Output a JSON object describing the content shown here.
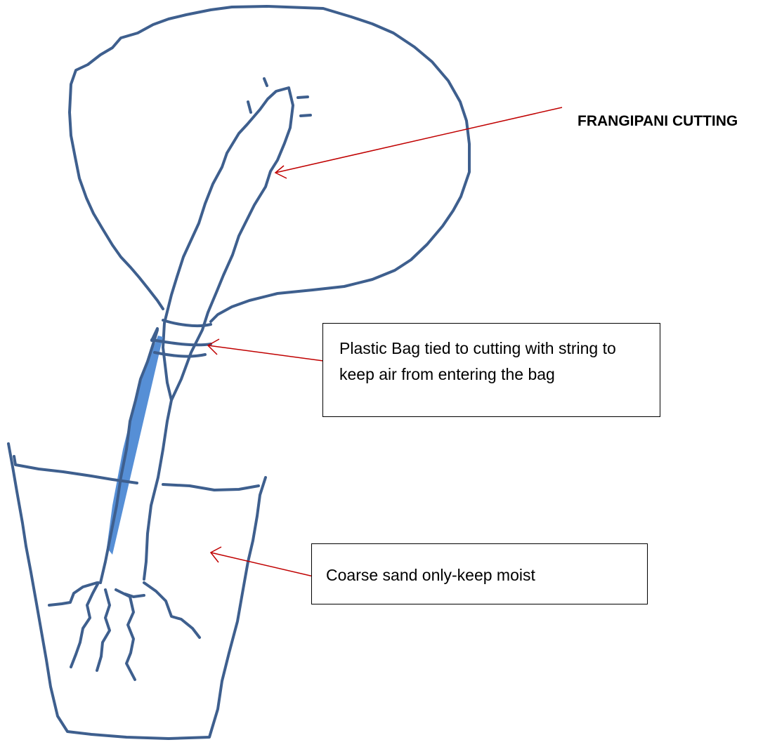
{
  "labels": {
    "cutting": "FRANGIPANI CUTTING",
    "bag": "Plastic Bag tied to cutting with string to keep air from entering the bag",
    "sand": "Coarse sand only-keep moist"
  },
  "colors": {
    "outline": "#3e5f8e",
    "cutting_fill": "#568fd6",
    "pointer": "#c00000"
  }
}
